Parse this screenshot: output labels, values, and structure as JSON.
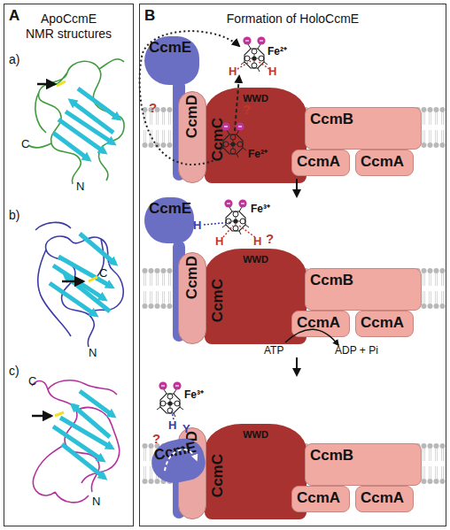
{
  "diagram": {
    "nodes": [
      {
        "text": [
          "A",
          "ApoCcmE NMR structures"
        ]
      },
      {
        "text": [
          "B",
          "Formation of HoloCcmE"
        ]
      },
      {
        "text": [
          "CcmE"
        ],
        "in": 1
      },
      {
        "text": [
          "CcmD"
        ],
        "in": 1
      },
      {
        "text": [
          "CcmC",
          "WWD"
        ],
        "in": 1
      },
      {
        "text": [
          "CcmB"
        ],
        "in": 1
      },
      {
        "text": [
          "CcmA"
        ],
        "in": 1
      },
      {
        "text": [
          "CcmA"
        ],
        "in": 1
      },
      {
        "text": [
          "CcmE"
        ],
        "in": 1
      },
      {
        "text": [
          "CcmD"
        ],
        "in": 1
      },
      {
        "text": [
          "CcmC",
          "WWD"
        ],
        "in": 1
      },
      {
        "text": [
          "CcmB"
        ],
        "in": 1
      },
      {
        "text": [
          "CcmA"
        ],
        "in": 1
      },
      {
        "text": [
          "CcmA"
        ],
        "in": 1
      },
      {
        "text": [
          "CcmE"
        ],
        "in": 1
      },
      {
        "text": [
          "CcmD"
        ],
        "in": 1
      },
      {
        "text": [
          "CcmC",
          "WWD"
        ],
        "in": 1
      },
      {
        "text": [
          "CcmB"
        ],
        "in": 1
      },
      {
        "text": [
          "CcmA"
        ],
        "in": 1
      },
      {
        "text": [
          "CcmA"
        ],
        "in": 1
      }
    ],
    "labels": [
      "a)",
      "C",
      "N",
      "b)",
      "C",
      "N",
      "c)",
      "C",
      "N",
      "H",
      "H",
      "Fe²⁺",
      "?",
      "?",
      "Fe²⁺",
      "H",
      "H",
      "H",
      "Fe³⁺",
      "?",
      "ATP",
      "ADP + Pi",
      "Fe³⁺",
      "H",
      "Y",
      "?"
    ]
  }
}
